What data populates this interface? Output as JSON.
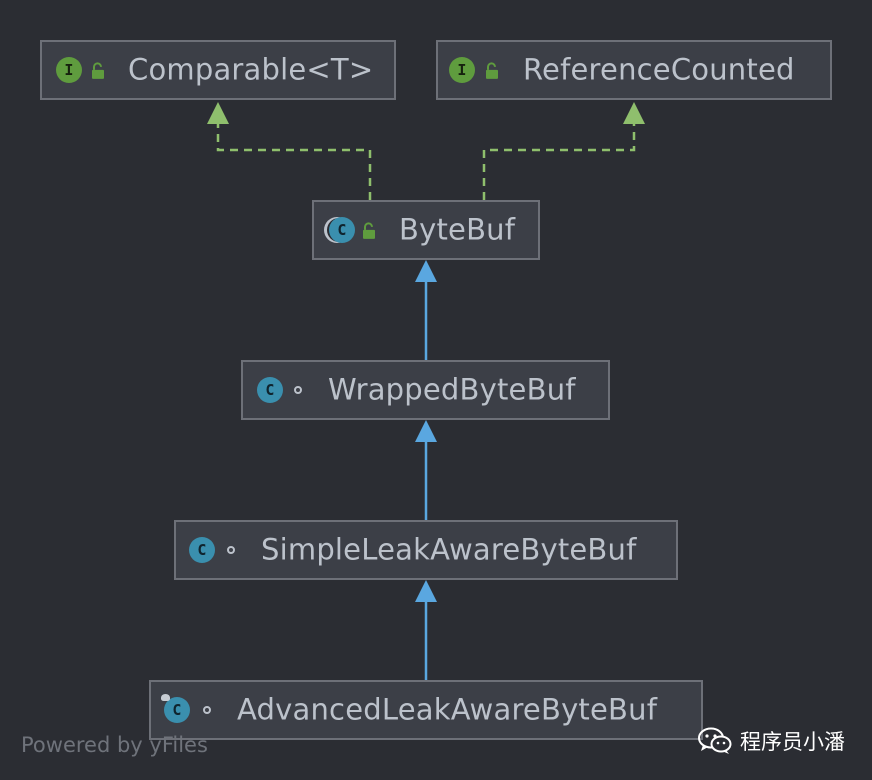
{
  "colors": {
    "background": "#2b2d33",
    "node_fill": "#3c3f47",
    "node_border": "#6d7078",
    "text": "#bcc2cb",
    "interface_badge": "#5f9c3e",
    "class_badge": "#3a8fae",
    "implements_edge": "#8fbf6d",
    "extends_edge": "#5aa7e0"
  },
  "nodes": {
    "comparable": {
      "label": "Comparable<T>",
      "kind": "interface",
      "badge": "I",
      "icon": "unlock-icon"
    },
    "reference_counted": {
      "label": "ReferenceCounted",
      "kind": "interface",
      "badge": "I",
      "icon": "unlock-icon"
    },
    "bytebuf": {
      "label": "ByteBuf",
      "kind": "abstract-class",
      "badge": "C",
      "icon": "unlock-icon"
    },
    "wrapped": {
      "label": "WrappedByteBuf",
      "kind": "class",
      "badge": "C",
      "icon": "package-private-dot-icon"
    },
    "simple_leak": {
      "label": "SimpleLeakAwareByteBuf",
      "kind": "class",
      "badge": "C",
      "icon": "package-private-dot-icon"
    },
    "advanced_leak": {
      "label": "AdvancedLeakAwareByteBuf",
      "kind": "final-class",
      "badge": "C",
      "icon": "package-private-dot-icon"
    }
  },
  "edges": [
    {
      "from": "bytebuf",
      "to": "comparable",
      "type": "implements"
    },
    {
      "from": "bytebuf",
      "to": "reference_counted",
      "type": "implements"
    },
    {
      "from": "wrapped",
      "to": "bytebuf",
      "type": "extends"
    },
    {
      "from": "simple_leak",
      "to": "wrapped",
      "type": "extends"
    },
    {
      "from": "advanced_leak",
      "to": "simple_leak",
      "type": "extends"
    }
  ],
  "footer": {
    "text": "Powered by yFiles"
  },
  "watermark": {
    "text": "程序员小潘",
    "icon": "wechat-icon"
  }
}
